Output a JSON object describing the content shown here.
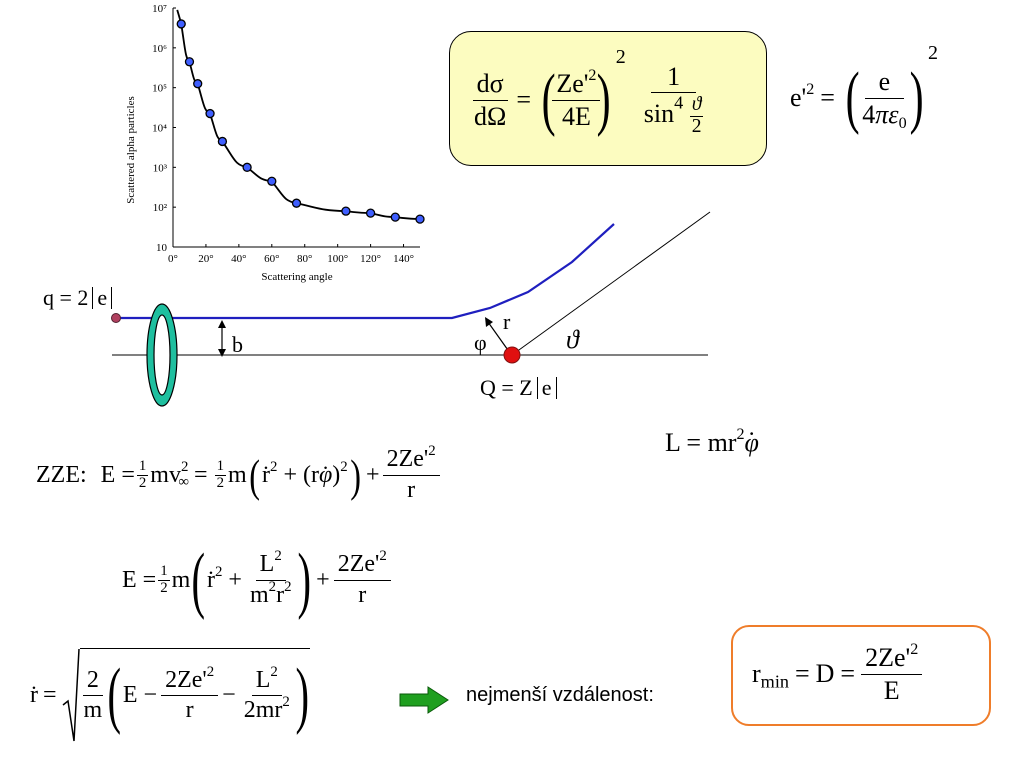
{
  "chart_data": {
    "type": "scatter",
    "xlabel": "Scattering angle",
    "ylabel": "Scattered alpha particles",
    "xlim": [
      0,
      150
    ],
    "ylim_log10": [
      1,
      7
    ],
    "y_scale": "log",
    "x_ticks": [
      "0°",
      "20°",
      "40°",
      "60°",
      "80°",
      "100°",
      "120°",
      "140°"
    ],
    "y_ticks": [
      "10",
      "10²",
      "10³",
      "10⁴",
      "10⁵",
      "10⁶",
      "10⁷"
    ],
    "points_x": [
      5,
      10,
      15,
      22.5,
      30,
      45,
      60,
      75,
      105,
      120,
      135,
      150
    ],
    "points_log10": [
      6.6,
      5.65,
      5.1,
      4.35,
      3.65,
      3.0,
      2.65,
      2.1,
      1.9,
      1.85,
      1.75,
      1.7
    ],
    "has_fit_curve": true
  },
  "labels": {
    "q_charge": "q = 2",
    "e_abs": "e",
    "b": "b",
    "r": "r",
    "phi": "φ",
    "theta": "ϑ",
    "Q_charge": "Q = Z",
    "zze": "ZZE:",
    "nejmensi": "nejmenší vzdálenost:"
  },
  "colors": {
    "trajectory": "#1f1fbf",
    "ring": "#1fbf9f",
    "nucleus": "#e01010",
    "particle": "#b0405f",
    "arrow": "#1f9f1f",
    "yellow_box": "#fcfcc0",
    "orange_box": "#ef7d2a"
  }
}
